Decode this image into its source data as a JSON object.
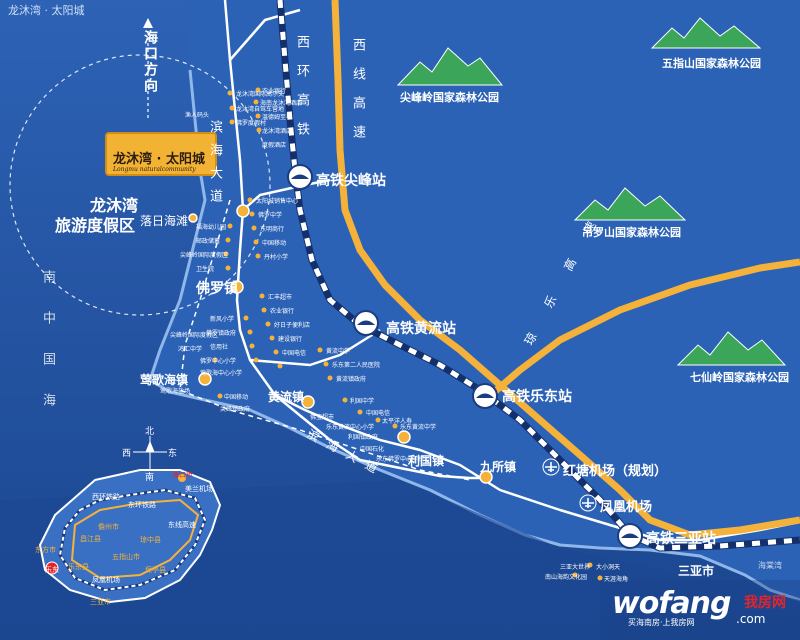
{
  "title": "龙沐湾 · 太阳城",
  "logo": {
    "name": "龙沐湾 · 太阳城",
    "tagline": "Longmu naturalcommunity"
  },
  "direction": {
    "label": "海口方向"
  },
  "resort": {
    "line1": "龙沐湾",
    "line2": "旅游度假区"
  },
  "sea": {
    "label": "南中国海"
  },
  "places": {
    "luori": "落日海滩",
    "foluo": "佛罗镇",
    "yingge": "莺歌海镇",
    "huangliu": "黄流镇",
    "lidao": "利国镇",
    "jiusuo": "九所镇",
    "sanya_city": "三亚市",
    "haitang": "海棠湾"
  },
  "roads": {
    "binhai_north": "滨海大道",
    "binhai_south": "滨海大道",
    "xihuan": "西环高铁",
    "xixian": "西线高速",
    "qiongle": "琼乐高速"
  },
  "stations": {
    "jianfeng": "高铁尖峰站",
    "huangliu": "高铁黄流站",
    "ledong": "高铁乐东站",
    "sanya": "高铁三亚站"
  },
  "airports": {
    "hongtang": "红塘机场（规划）",
    "fenghuang": "凤凰机场"
  },
  "parks": {
    "jianfengling": "尖峰岭国家森林公园",
    "wuzhishan": "五指山国家森林公园",
    "diaoluoshan": "吊罗山国家森林公园",
    "qixianling": "七仙岭国家森林公园"
  },
  "compass": {
    "north": "北",
    "south": "南",
    "east": "东",
    "west": "西"
  },
  "inset": {
    "labels": [
      "海口市",
      "东线高速",
      "西环铁路",
      "东环铁路",
      "美兰机场",
      "儋州市",
      "昌江县",
      "五指山市",
      "东方市",
      "乐东县",
      "保亭县",
      "凤凰机场",
      "三亚市",
      "琼中县",
      "乐东"
    ]
  },
  "pois_north": [
    "农业银行",
    "海南龙沐湾酒店",
    "温德姆至尊",
    "龙沐湾酒店",
    "龙沐湾国际高尔夫",
    "龙沐湾自驾车营地",
    "佛罗度假村",
    "度假酒店",
    "渔人码头"
  ],
  "pois_foluo": [
    "太阳城销售中心",
    "佛罗中学",
    "东明商行",
    "中国移动",
    "丹村小学",
    "福海幼儿园",
    "邮政储蓄",
    "尖峰岭国际度假区",
    "卫生院",
    "汇丰超市",
    "农业银行",
    "好日子便利店",
    "建设银行",
    "中国电信",
    "新风小学",
    "佛罗镇政府",
    "信用社",
    "佛罗中心小学"
  ],
  "pois_huangliu": [
    "黄流中学",
    "乐东第二人民医院",
    "黄流镇政府",
    "利国中学",
    "中国电信",
    "太平洋人寿",
    "乐东黄流中学",
    "佛宝超市",
    "乐东黄流中心小学",
    "利国镇政府",
    "中国石化",
    "乐东佛罗中心学校"
  ],
  "pois_yingge": [
    "尖峰岭国际度假区",
    "鸿汇中学",
    "莺歌海中心小学",
    "中国移动",
    "莺歌海盐场",
    "尖峰镇政府"
  ],
  "pois_sanya": [
    "三亚大世界",
    "南山海韵文化园",
    "天涯海角",
    "大小洞天"
  ],
  "watermark": {
    "brand": "wofang",
    "cn": "我房网",
    "domain": ".com",
    "slogan": "买海南房·上我房网"
  },
  "colors": {
    "sea": "#1f4c9a",
    "land": "#2a63b3",
    "highway": "#f4b23a",
    "railway": "#ffffff",
    "poi": "#f3b53a",
    "forest": "#3ba55a"
  }
}
